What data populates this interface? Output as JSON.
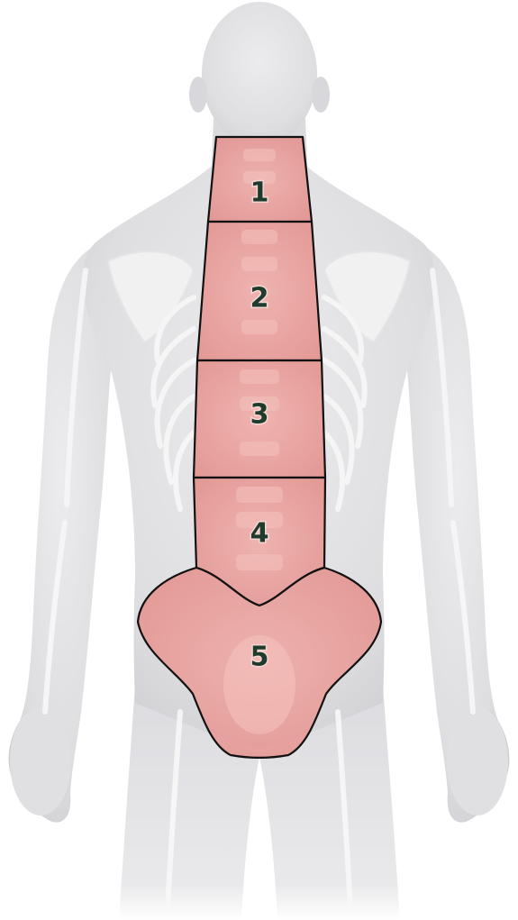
{
  "zones": [
    {
      "label": "1"
    },
    {
      "label": "2"
    },
    {
      "label": "3"
    },
    {
      "label": "4"
    },
    {
      "label": "5"
    }
  ],
  "colors": {
    "background": "#ffffff",
    "body": "#e4e4e6",
    "body_shadow": "#cfcfd3",
    "bone": "#f4f4f4",
    "zone_fill": "#e8908c",
    "zone_outline": "#111111",
    "label": "#1f3b2d"
  }
}
